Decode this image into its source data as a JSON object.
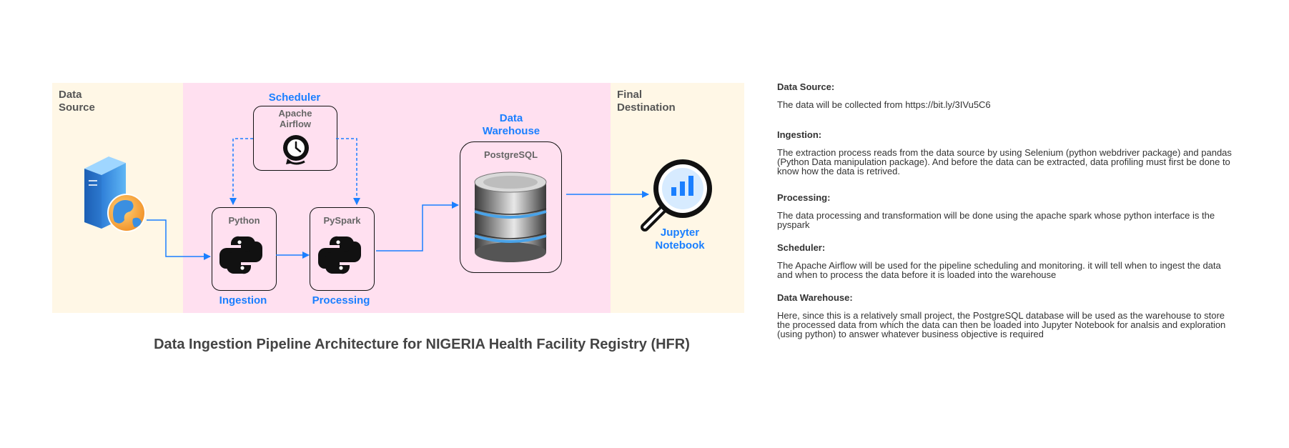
{
  "sections": {
    "data_source": "Data\nSource",
    "final_destination": "Final\nDestination"
  },
  "labels": {
    "scheduler": "Scheduler",
    "data_warehouse": "Data\nWarehouse",
    "ingestion": "Ingestion",
    "processing": "Processing",
    "jupyter": "Jupyter\nNotebook"
  },
  "boxes": {
    "airflow": "Apache\nAirflow",
    "python": "Python",
    "pyspark": "PySpark",
    "postgres": "PostgreSQL"
  },
  "title": "Data Ingestion Pipeline Architecture for NIGERIA Health Facility Registry (HFR)",
  "descriptions": [
    {
      "heading": "Data Source:",
      "text": "The data will be collected from https://bit.ly/3IVu5C6"
    },
    {
      "heading": "Ingestion:",
      "text": "The extraction process reads from the data source by using Selenium (python webdriver package) and pandas (Python Data manipulation package). And before the data can be extracted, data profiling must first be done to know how the data is retrived."
    },
    {
      "heading": "Processing:",
      "text": "The data processing and transformation will be done using the apache spark whose python interface is the pyspark"
    },
    {
      "heading": "Scheduler:",
      "text": "The Apache Airflow will be used for the pipeline scheduling and monitoring. it will tell when to ingest the data and when to process the data before it is loaded into the warehouse"
    },
    {
      "heading": "Data Warehouse:",
      "text": "Here, since this is a relatively small project, the PostgreSQL database will be used as the warehouse to store the processed data from which the data can then be loaded into Jupyter Notebook for analsis and exploration (using python) to answer whatever business objective is required"
    }
  ],
  "colors": {
    "accent": "#1a7fff",
    "band_yellow": "#fff7e6",
    "band_pink": "#ffe0f0"
  }
}
